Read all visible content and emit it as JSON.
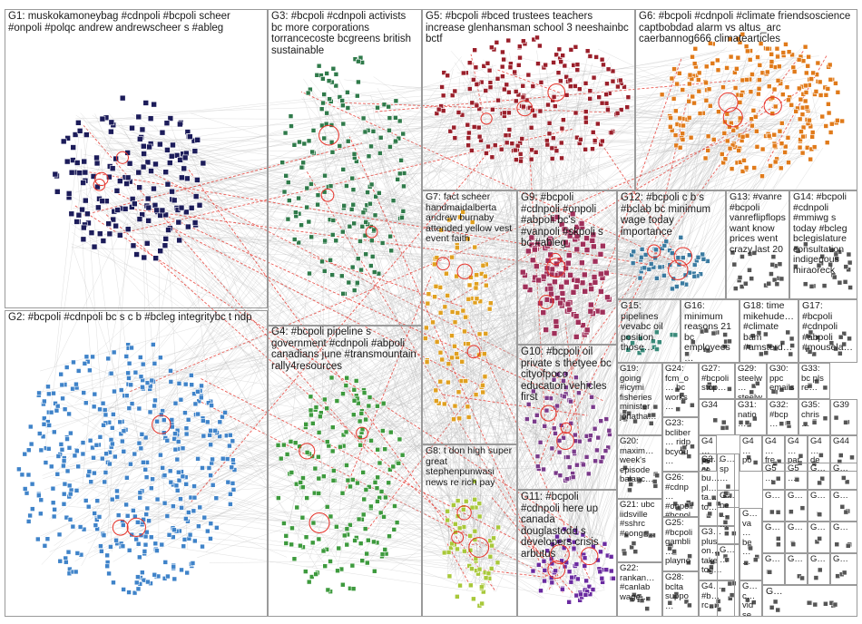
{
  "title": "",
  "groups": [
    {
      "id": "G1",
      "label": "G1: muskokamoneybag #cdnpoli #bcpoli scheer #onpoli #polqc andrew andrewscheer s #ableg",
      "color": "#1c1c5a"
    },
    {
      "id": "G2",
      "label": "G2: #bcpoli #cdnpoli bc s c b #bcleg integritybc t ndp",
      "color": "#3f83c9"
    },
    {
      "id": "G3",
      "label": "G3: #bcpoli #cdnpoli activists bc more corporations torrancecoste bcgreens british sustainable",
      "color": "#2f7a4a"
    },
    {
      "id": "G4",
      "label": "G4: #bcpoli pipeline s government #cdnpoli #abpoli canadians june #transmountain rally4resources",
      "color": "#3d9a3d"
    },
    {
      "id": "G5",
      "label": "G5: #bcpoli #bced trustees teachers increase glenhansman school 3 neeshainbc bctf",
      "color": "#9a1f2a"
    },
    {
      "id": "G6",
      "label": "G6: #bcpoli #cdnpoli #climate friendsoscience captbobdad alarm vs altus_arc caerbannog666 climatearticles",
      "color": "#e07a1a"
    },
    {
      "id": "G7",
      "label": "G7: fact scheer handmaidalberta andrew burnaby attended yellow vest event faith",
      "color": "#e0a020"
    },
    {
      "id": "G8",
      "label": "G8: t don high super great stephenpunwasi news re rich pay",
      "color": "#a8c83a"
    },
    {
      "id": "G9",
      "label": "G9: #bcpoli #cdnpoli #onpoli #abpoli bc's #vanpoli #skpoli s bc #ableg",
      "color": "#a0305a"
    },
    {
      "id": "G10",
      "label": "G10: #bcpoli oil private s thetyee bc cityofpoco education vehicles first",
      "color": "#7a3a8a"
    },
    {
      "id": "G11",
      "label": "G11: #bcpoli #cdnpoli here up canada douglastodd s developers crisis arbutus",
      "color": "#6a2aa0"
    },
    {
      "id": "G12",
      "label": "G12: #bcpoli c b s #bclab bc minimum wage today importance",
      "color": "#3a7aa0"
    },
    {
      "id": "G13",
      "label": "G13: #vanre #bcpoli vanreflipflops want know prices went crazy last 20",
      "color": "#555555"
    },
    {
      "id": "G14",
      "label": "G14: #bcpoli #cdnpoli #mmiwg s today #bcleg bclegislature consultation indigenous miraoreck",
      "color": "#555555"
    },
    {
      "id": "G15",
      "label": "G15: pipelines vevabc oil position those…",
      "color": "#3a8a7a"
    },
    {
      "id": "G16",
      "label": "G16: minimum reasons 21 bc employees…",
      "color": "#555555"
    },
    {
      "id": "G17",
      "label": "G17: #bcpoli #cdnpoli #abpoli #mousela…",
      "color": "#555555"
    },
    {
      "id": "G18",
      "label": "G18: time mikehude… #climate bam #amsterd…",
      "color": "#555555"
    },
    {
      "id": "G19",
      "label": "G19: going #icymi fisheries minister jonatha…",
      "color": "#555555"
    },
    {
      "id": "G20",
      "label": "G20: maxim… week's episode balanc…",
      "color": "#555555"
    },
    {
      "id": "G21",
      "label": "G21: ubc iidsville #sshrc #congr…",
      "color": "#555555"
    },
    {
      "id": "G22",
      "label": "G22: rankan… #canlab wage…",
      "color": "#555555"
    },
    {
      "id": "G23",
      "label": "G23: bcliber… ridp bcyou…",
      "color": "#555555"
    },
    {
      "id": "G24",
      "label": "G24: fcm_o… bc works…",
      "color": "#555555"
    },
    {
      "id": "G25",
      "label": "G25: #bcpoli gambli… playno…",
      "color": "#555555"
    },
    {
      "id": "G26",
      "label": "G26: #cdnp… #onpoli #bcpol…",
      "color": "#555555"
    },
    {
      "id": "G27",
      "label": "G27: #bcpoli stop…",
      "color": "#555555"
    },
    {
      "id": "G28",
      "label": "G28: bclta suppo…",
      "color": "#555555"
    },
    {
      "id": "G29",
      "label": "G29: steelw… steelw…",
      "color": "#555555"
    },
    {
      "id": "G30",
      "label": "G30: ppc emails…",
      "color": "#555555"
    },
    {
      "id": "G31",
      "label": "G31: natio…",
      "color": "#555555"
    },
    {
      "id": "G32",
      "label": "G32: #bcp…",
      "color": "#555555"
    },
    {
      "id": "G33",
      "label": "G33: bc pls re…",
      "color": "#555555"
    },
    {
      "id": "G34",
      "label": "G34",
      "color": "#555555"
    },
    {
      "id": "G35",
      "label": "G35: chris…",
      "color": "#555555"
    },
    {
      "id": "G36",
      "label": "G3… ar… bu… pl… ta… to…",
      "color": "#555555"
    },
    {
      "id": "G37",
      "label": "G3… plus on… take tog…",
      "color": "#555555"
    },
    {
      "id": "G38",
      "label": "G4… #b… rc…",
      "color": "#555555"
    },
    {
      "id": "G39",
      "label": "G39",
      "color": "#555555"
    },
    {
      "id": "G40",
      "label": "G4… per ce…",
      "color": "#555555"
    },
    {
      "id": "G41",
      "label": "G4… po…",
      "color": "#555555"
    },
    {
      "id": "G42",
      "label": "G4… fre…",
      "color": "#555555"
    },
    {
      "id": "G43",
      "label": "G4… par…",
      "color": "#555555"
    },
    {
      "id": "G44",
      "label": "G4… de…",
      "color": "#555555"
    },
    {
      "id": "G45",
      "label": "G44",
      "color": "#555555"
    },
    {
      "id": "G46",
      "label": "G… sp… …",
      "color": "#555555"
    },
    {
      "id": "G47",
      "label": "G… ne… …",
      "color": "#555555"
    },
    {
      "id": "G48",
      "label": "G… va… be… …",
      "color": "#555555"
    },
    {
      "id": "G49",
      "label": "G… c… vid se…",
      "color": "#555555"
    },
    {
      "id": "G50",
      "label": "G… …",
      "color": "#555555"
    },
    {
      "id": "G51",
      "label": "G5…",
      "color": "#555555"
    },
    {
      "id": "G52",
      "label": "G5…",
      "color": "#555555"
    },
    {
      "id": "G53",
      "label": "G…",
      "color": "#555555"
    },
    {
      "id": "G54",
      "label": "G…",
      "color": "#555555"
    },
    {
      "id": "G55",
      "label": "G…",
      "color": "#555555"
    },
    {
      "id": "G56",
      "label": "G…",
      "color": "#555555"
    },
    {
      "id": "G57",
      "label": "G…",
      "color": "#555555"
    },
    {
      "id": "G58",
      "label": "G…",
      "color": "#555555"
    },
    {
      "id": "G59",
      "label": "G…",
      "color": "#555555"
    },
    {
      "id": "G60",
      "label": "G…",
      "color": "#555555"
    },
    {
      "id": "G61",
      "label": "G…",
      "color": "#555555"
    },
    {
      "id": "G62",
      "label": "G…",
      "color": "#555555"
    },
    {
      "id": "G63",
      "label": "G…",
      "color": "#555555"
    },
    {
      "id": "G64",
      "label": "G…",
      "color": "#555555"
    },
    {
      "id": "G65",
      "label": "G…",
      "color": "#555555"
    },
    {
      "id": "G66",
      "label": "G…",
      "color": "#555555"
    },
    {
      "id": "G67",
      "label": "G…",
      "color": "#555555"
    }
  ],
  "edge_color": "#b8b8b8",
  "highlight_edge_color": "#e8332a"
}
